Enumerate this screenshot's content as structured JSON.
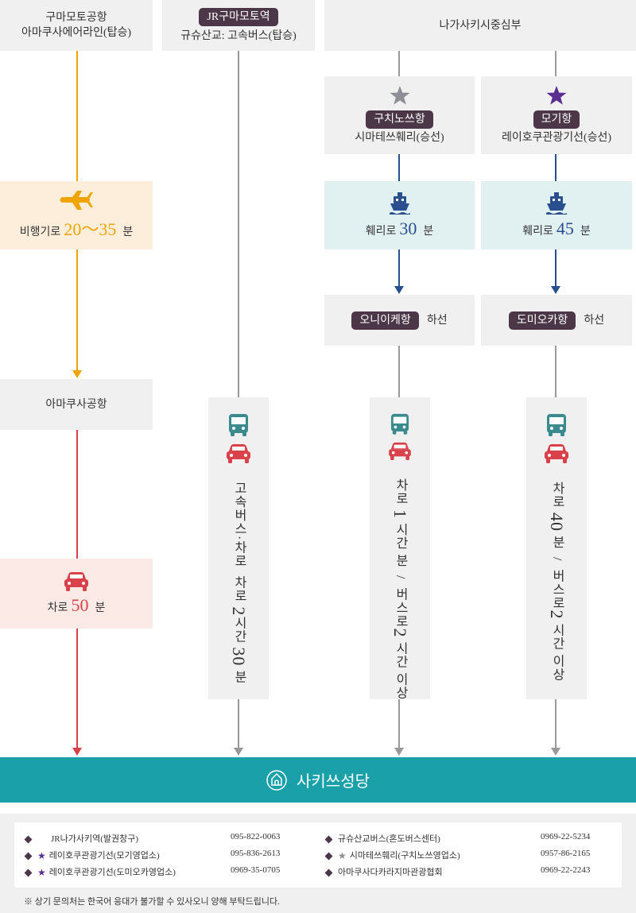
{
  "col1": {
    "origin_line1": "구마모토공항",
    "origin_line2": "아마쿠사에어라인(탑승)",
    "flight_prefix": "비행기로",
    "flight_time": "20～35",
    "flight_unit": "분",
    "stop": "아마쿠사공항",
    "car_prefix": "차로",
    "car_time": "50",
    "car_unit": "분"
  },
  "col2": {
    "origin_pill": "JR구마모토역",
    "origin_line2": "규슈산교: 고속버스(탑승)",
    "v_text1": "고속버스·차로",
    "v_text2": "차로",
    "v_num": "2",
    "v_text3": "시간",
    "v_num2": "30",
    "v_unit": "분"
  },
  "col3": {
    "header": "나가사키시중심부",
    "star_color": "#8e8e96",
    "port_pill": "구치노쓰항",
    "ferry_line": "시마테쓰훼리(승선)",
    "ferry_prefix": "훼리로",
    "ferry_time": "30",
    "ferry_unit": "분",
    "arrive_pill": "오니이케항",
    "arrive_suffix": "하선",
    "v_text1": "차로",
    "v_num": "1",
    "v_text2": "시간 분",
    "v_sep": "/",
    "v_text3": "버스로",
    "v_num2": "2",
    "v_text4": "시간 이상"
  },
  "col4": {
    "star_color": "#5b2d8e",
    "port_pill": "모기항",
    "ferry_line": "레이호쿠관광기선(승선)",
    "ferry_prefix": "훼리로",
    "ferry_time": "45",
    "ferry_unit": "분",
    "arrive_pill": "도미오카항",
    "arrive_suffix": "하선",
    "v_text1": "차로",
    "v_num": "40",
    "v_text2": "분",
    "v_sep": "/",
    "v_text3": "버스로",
    "v_num2": "2",
    "v_text4": "시간 이상"
  },
  "destination": "사키쓰성당",
  "contacts": {
    "left": [
      {
        "name": "JR나가사키역(발권창구)",
        "phone": "095-822-0063",
        "star": ""
      },
      {
        "name": "레이호쿠관광기선(모기영업소)",
        "phone": "095-836-2613",
        "star": "#5b2d8e"
      },
      {
        "name": "레이호쿠관광기선(도미오카영업소)",
        "phone": "0969-35-0705",
        "star": "#5b2d8e"
      }
    ],
    "right": [
      {
        "name": "규슈산교버스(혼도버스센터)",
        "phone": "0969-22-5234",
        "star": ""
      },
      {
        "name": "시마테쓰훼리(구치노쓰영업소)",
        "phone": "0957-86-2165",
        "star": "#8e8e96"
      },
      {
        "name": "아마쿠사다카라지마관광협회",
        "phone": "0969-22-2243",
        "star": ""
      }
    ]
  },
  "note": "※ 상기 문의처는 한국어 응대가 불가할 수 있사오니 양해 부탁드립니다.",
  "colors": {
    "plane_orange": "#f0a400",
    "car_red": "#d9414b",
    "ship_blue": "#2a4f8f",
    "bus_teal": "#3a8a8e",
    "band_teal": "#1aa0a8",
    "pill_purple": "#4b3748"
  }
}
